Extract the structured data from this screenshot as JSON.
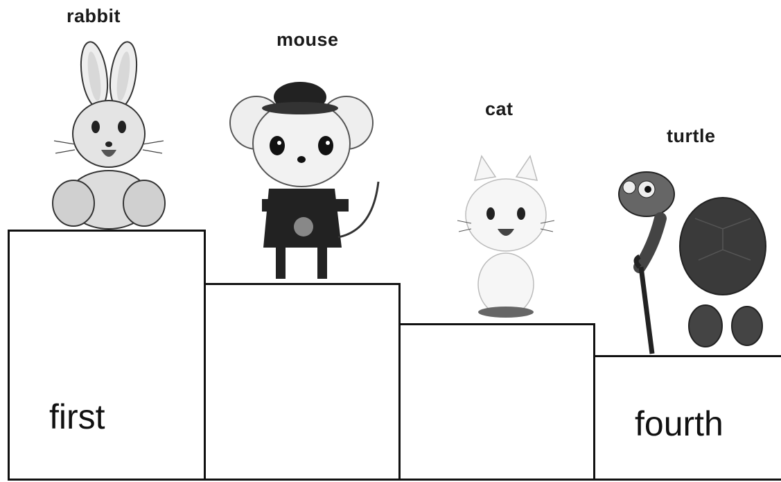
{
  "podium": [
    {
      "animal": "rabbit",
      "place_label": "first"
    },
    {
      "animal": "mouse",
      "place_label": ""
    },
    {
      "animal": "cat",
      "place_label": ""
    },
    {
      "animal": "turtle",
      "place_label": "fourth"
    }
  ],
  "icons": {
    "rabbit": "rabbit-icon",
    "mouse": "mouse-icon",
    "cat": "cat-icon",
    "turtle": "turtle-icon"
  },
  "colors": {
    "outline": "#111111",
    "background": "#ffffff"
  }
}
